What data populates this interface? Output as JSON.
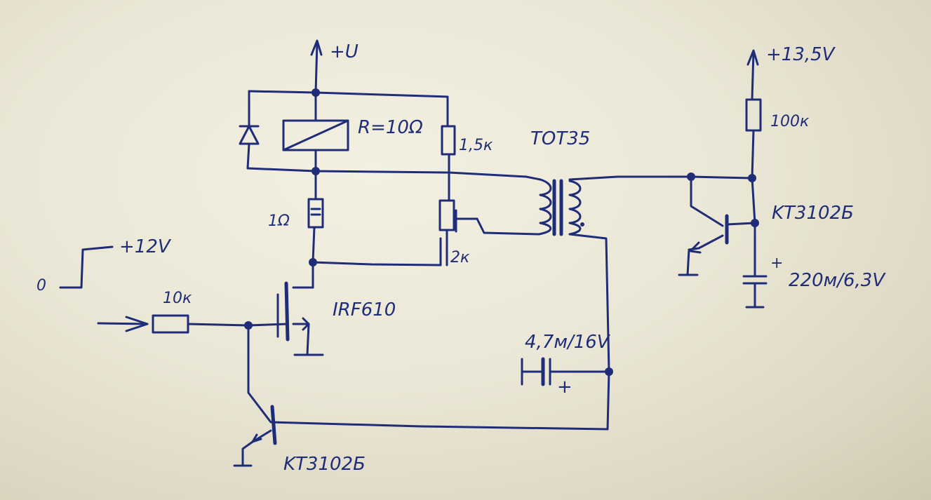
{
  "labels": {
    "supply_u": "+U",
    "coil_resistance": "R=10Ω",
    "resistor_1k5": "1,5к",
    "transformer": "TOT35",
    "resistor_100k": "100к",
    "supply_13v5": "+13,5V",
    "transistor_right": "KT3102Б",
    "resistor_1ohm": "1Ω",
    "resistor_2k": "2к",
    "pulse_high": "+12V",
    "pulse_low": "0",
    "resistor_10k": "10к",
    "mosfet": "IRF610",
    "cap_220u": "220м/6,3V",
    "cap_4u7": "4,7м/16V",
    "cap_plus": "+",
    "cap_220_plus": "+",
    "transistor_bottom": "KT3102Б"
  },
  "colors": {
    "ink": "#1f2d78",
    "paper": "#ebe7d6"
  }
}
